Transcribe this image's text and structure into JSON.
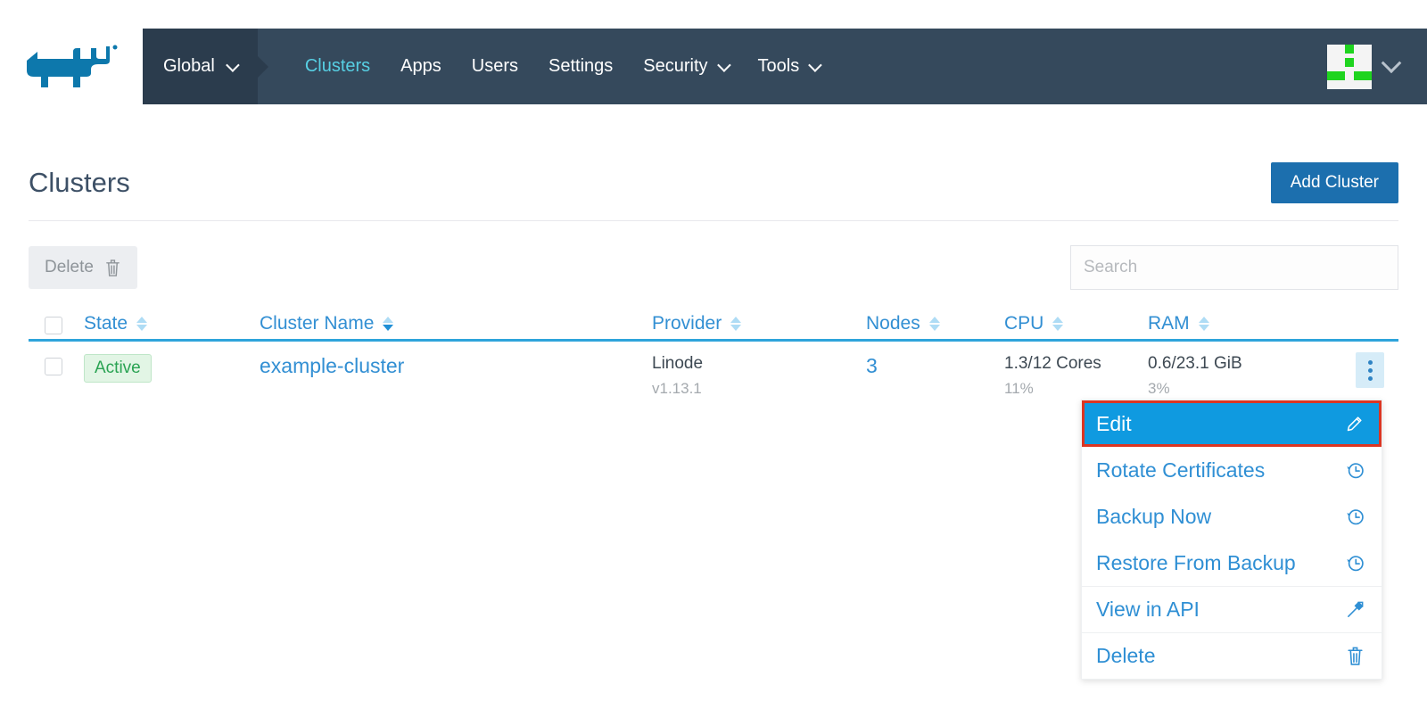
{
  "brand": {
    "logo_icon": "rancher-cow-logo",
    "logo_color": "#0d78ac"
  },
  "nav": {
    "scope": {
      "label": "Global",
      "icon": "chevron-down-icon"
    },
    "items": [
      {
        "label": "Clusters",
        "active": true,
        "caret": false
      },
      {
        "label": "Apps",
        "active": false,
        "caret": false
      },
      {
        "label": "Users",
        "active": false,
        "caret": false
      },
      {
        "label": "Settings",
        "active": false,
        "caret": false
      },
      {
        "label": "Security",
        "active": false,
        "caret": true
      },
      {
        "label": "Tools",
        "active": false,
        "caret": true
      }
    ],
    "user": {
      "avatar_icon": "user-identicon-avatar",
      "caret_icon": "chevron-down-icon"
    },
    "active_color": "#57cfe3",
    "bar_color": "#35495c",
    "scope_color": "#2b3c4d"
  },
  "header": {
    "title": "Clusters",
    "add_button": {
      "label": "Add Cluster",
      "color": "#1c6fae"
    }
  },
  "toolbar": {
    "delete_label": "Delete",
    "delete_icon": "trash-icon",
    "search_placeholder": "Search",
    "search_value": ""
  },
  "table": {
    "select_all_checked": false,
    "columns": [
      {
        "key": "state",
        "label": "State",
        "sort": "none"
      },
      {
        "key": "name",
        "label": "Cluster Name",
        "sort": "desc"
      },
      {
        "key": "prov",
        "label": "Provider",
        "sort": "none"
      },
      {
        "key": "nodes",
        "label": "Nodes",
        "sort": "none"
      },
      {
        "key": "cpu",
        "label": "CPU",
        "sort": "none"
      },
      {
        "key": "ram",
        "label": "RAM",
        "sort": "none"
      }
    ],
    "rows": [
      {
        "checked": false,
        "state": "Active",
        "name": "example-cluster",
        "provider": "Linode",
        "version": "v1.13.1",
        "nodes": "3",
        "cpu_main": "1.3/12 Cores",
        "cpu_sub": "11%",
        "ram_main": "0.6/23.1 GiB",
        "ram_sub": "3%",
        "menu_icon": "kebab-menu-icon"
      }
    ]
  },
  "row_menu": {
    "highlight_color": "#0f9ae0",
    "highlight_outline": "#dc3522",
    "items": [
      {
        "label": "Edit",
        "icon": "pencil-icon",
        "highlighted": true,
        "divider_above": false
      },
      {
        "label": "Rotate Certificates",
        "icon": "clock-rotate-icon",
        "highlighted": false,
        "divider_above": false
      },
      {
        "label": "Backup Now",
        "icon": "clock-rotate-icon",
        "highlighted": false,
        "divider_above": false
      },
      {
        "label": "Restore From Backup",
        "icon": "clock-rotate-icon",
        "highlighted": false,
        "divider_above": false
      },
      {
        "label": "View in API",
        "icon": "external-link-icon",
        "highlighted": false,
        "divider_above": true
      },
      {
        "label": "Delete",
        "icon": "trash-icon",
        "highlighted": false,
        "divider_above": true
      }
    ]
  }
}
